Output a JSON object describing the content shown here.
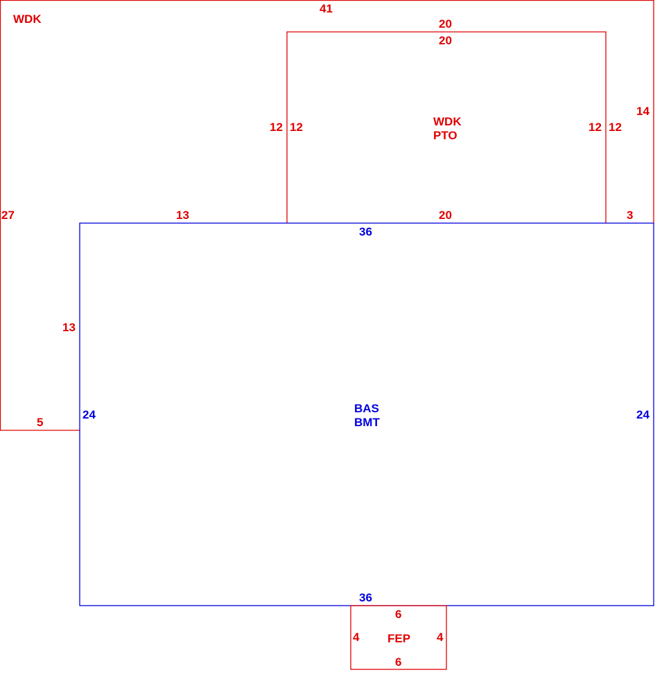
{
  "colors": {
    "wdk": "#e00000",
    "bas": "#0000dd"
  },
  "areas": {
    "wdk_outer": {
      "label": "WDK",
      "dims": {
        "top": "41",
        "right": "14",
        "left": "27",
        "bottom": "5",
        "inner_left_vertical": "13",
        "inner_top_left": "13",
        "inner_top_right": "3"
      }
    },
    "wdk_pto": {
      "label1": "WDK",
      "label2": "PTO",
      "dims": {
        "top_outer": "20",
        "top_inner": "20",
        "left_outer": "12",
        "left_inner": "12",
        "right_inner": "12",
        "right_outer": "12",
        "bottom": "20"
      }
    },
    "bas": {
      "label1": "BAS",
      "label2": "BMT",
      "dims": {
        "top": "36",
        "bottom": "36",
        "left": "24",
        "right": "24"
      }
    },
    "fep": {
      "label": "FEP",
      "dims": {
        "top": "6",
        "bottom": "6",
        "left": "4",
        "right": "4"
      }
    }
  }
}
